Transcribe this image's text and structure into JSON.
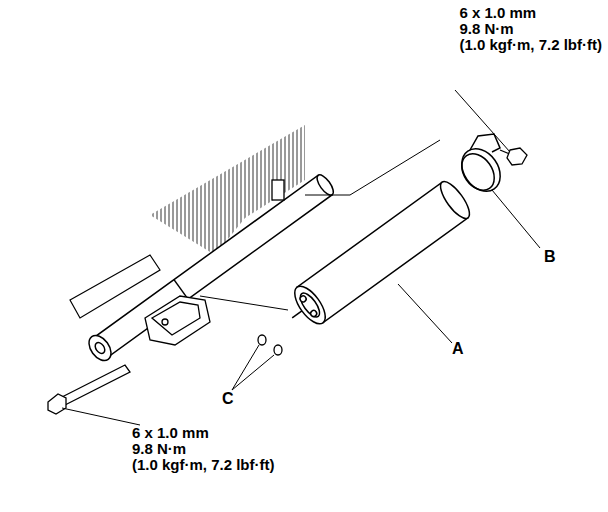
{
  "diagram": {
    "labels": [
      "6 x 1.0 mm",
      "9.8 N·m",
      "(1.0 kgf·m, 7.2 lbf·ft)",
      "B",
      "A",
      "C",
      "6 x 1.0 mm",
      "9.8 N·m",
      "(1.0 kgf·m, 7.2 lbf·ft)"
    ]
  }
}
